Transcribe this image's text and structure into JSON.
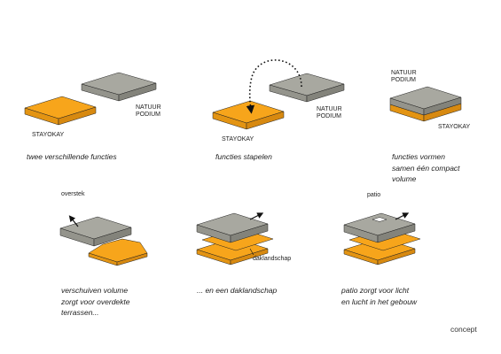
{
  "colors": {
    "orange": "#f7a51b",
    "orange_dark": "#d78910",
    "grey": "#a8a8a0",
    "grey_dark": "#83837b",
    "outline": "#222222"
  },
  "panel1": {
    "label_stayokay": "STAYOKAY",
    "label_natuur": "NATUUR",
    "label_podium": "PODIUM",
    "caption": "twee verschillende functies"
  },
  "panel2": {
    "label_stayokay": "STAYOKAY",
    "label_natuur": "NATUUR",
    "label_podium": "PODIUM",
    "caption": "functies stapelen"
  },
  "panel3": {
    "label_natuur": "NATUUR",
    "label_podium": "PODIUM",
    "label_stayokay": "STAYOKAY",
    "caption_lines": [
      "functies vormen",
      "samen één compact",
      "volume"
    ]
  },
  "panel4": {
    "label_overstek": "overstek",
    "caption_lines": [
      "verschuiven volume",
      "zorgt voor overdekte",
      "terrassen..."
    ]
  },
  "panel5": {
    "label_daklandschap": "daklandschap",
    "caption_lines": [
      "... en een daklandschap"
    ]
  },
  "panel6": {
    "label_patio": "patio",
    "caption_lines": [
      "patio zorgt voor licht",
      "en lucht in het gebouw"
    ]
  },
  "footer": {
    "concept": "concept"
  }
}
